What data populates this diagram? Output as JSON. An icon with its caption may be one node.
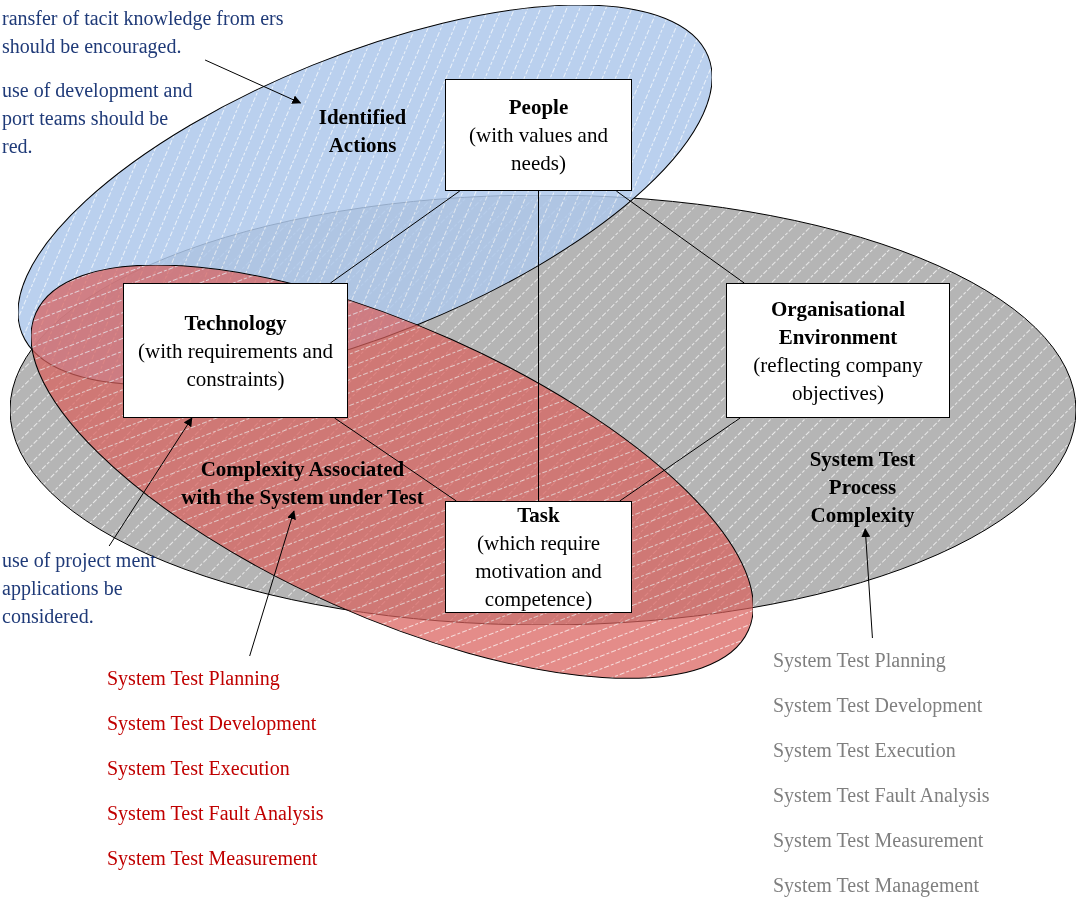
{
  "diagram": {
    "nodes": [
      {
        "text": [
          "Identified Actions"
        ]
      },
      {
        "text": [
          "Complexity Associated with the System under Test"
        ]
      },
      {
        "text": [
          "System Test Process Complexity"
        ]
      },
      {
        "text": [
          "People",
          "(with values and needs)"
        ]
      },
      {
        "text": [
          "Technology",
          "(with requirements and constraints)"
        ]
      },
      {
        "text": [
          "Organisational Environment",
          "(reflecting company objectives)"
        ]
      },
      {
        "text": [
          "Task",
          "(which require motivation and competence)"
        ]
      },
      {
        "text": [
          "ransfer of tacit knowledge from ers should be encouraged."
        ]
      },
      {
        "text": [
          "use of development and port teams should be red."
        ]
      },
      {
        "text": [
          "use of project ment applications be considered."
        ]
      },
      {
        "text": [
          "System Test Planning",
          "System Test Development",
          "System Test Execution",
          "System Test Fault Analysis",
          "System Test Measurement"
        ]
      },
      {
        "text": [
          "System Test Planning",
          "System Test Development",
          "System Test Execution",
          "System Test Fault Analysis",
          "System Test Measurement",
          "System Test Management"
        ]
      }
    ],
    "edges": [
      {
        "from": 3,
        "to": 4,
        "arrow": "none"
      },
      {
        "from": 3,
        "to": 6,
        "arrow": "none"
      },
      {
        "from": 3,
        "to": 5,
        "arrow": "none"
      },
      {
        "from": 4,
        "to": 6,
        "arrow": "none"
      },
      {
        "from": 5,
        "to": 6,
        "arrow": "none"
      },
      {
        "from": 7,
        "to": 0,
        "arrow": "to"
      },
      {
        "from": 9,
        "to": 4,
        "arrow": "to"
      },
      {
        "from": 10,
        "to": 1,
        "arrow": "to"
      },
      {
        "from": 11,
        "to": 2,
        "arrow": "to"
      }
    ]
  }
}
